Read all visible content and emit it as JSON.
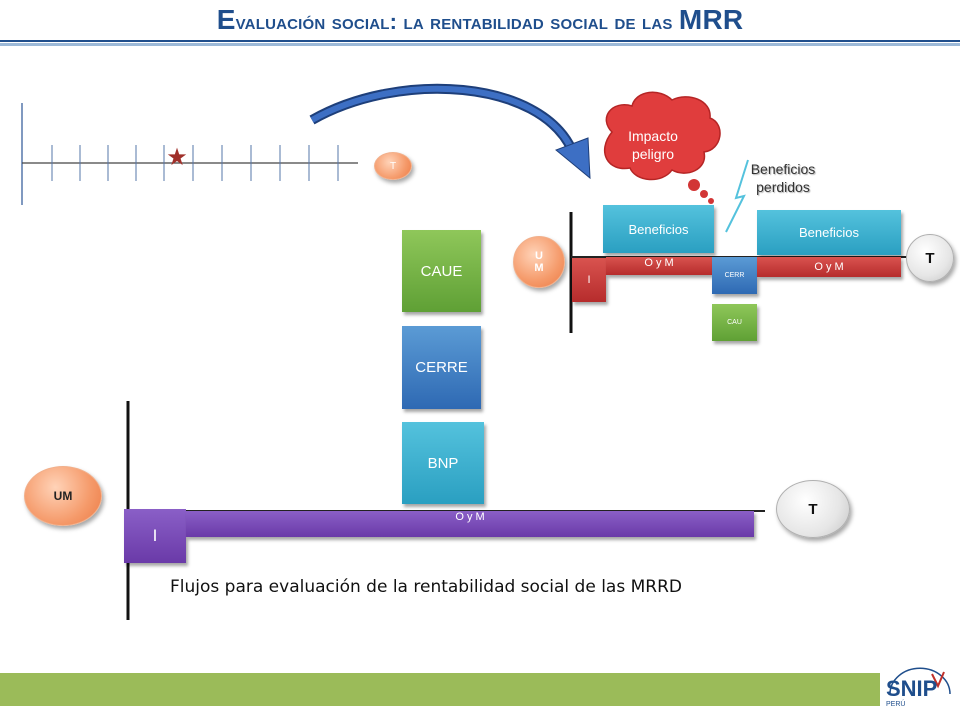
{
  "title": {
    "first_letter": "E",
    "rest_small": "valuación social",
    "colon": ":",
    "middle": " la rentabilidad social de las ",
    "acronym": "MRR"
  },
  "top_timeline": {
    "t_label": "T"
  },
  "thought_cloud": {
    "line1": "Impacto",
    "line2": "peligro"
  },
  "lost_benefits": {
    "line1": "Beneficios",
    "line2": "perdidos"
  },
  "right_diagram": {
    "um_line1": "U",
    "um_line2": "M",
    "i_label": "I",
    "benefits_left": "Beneficios",
    "oym_left": "O y M",
    "cerr": "CERR",
    "cau": "CAU",
    "benefits_right": "Beneficios",
    "oym_right": "O y M",
    "t_label": "T"
  },
  "stack": {
    "caue": "CAUE",
    "cerre": "CERRE",
    "bnp": "BNP"
  },
  "main_diagram": {
    "um": "UM",
    "i_label": "I",
    "oym": "O y M",
    "t_label": "T"
  },
  "caption": "Flujos para evaluación de la rentabilidad social de las MRRD",
  "logo": {
    "text": "SNIP",
    "sub": "PERÚ"
  },
  "colors": {
    "title": "#1f4e8c",
    "accent_green": "#9bbb59",
    "arrow_blue": "#2e5aa8",
    "star": "#a0302a"
  }
}
